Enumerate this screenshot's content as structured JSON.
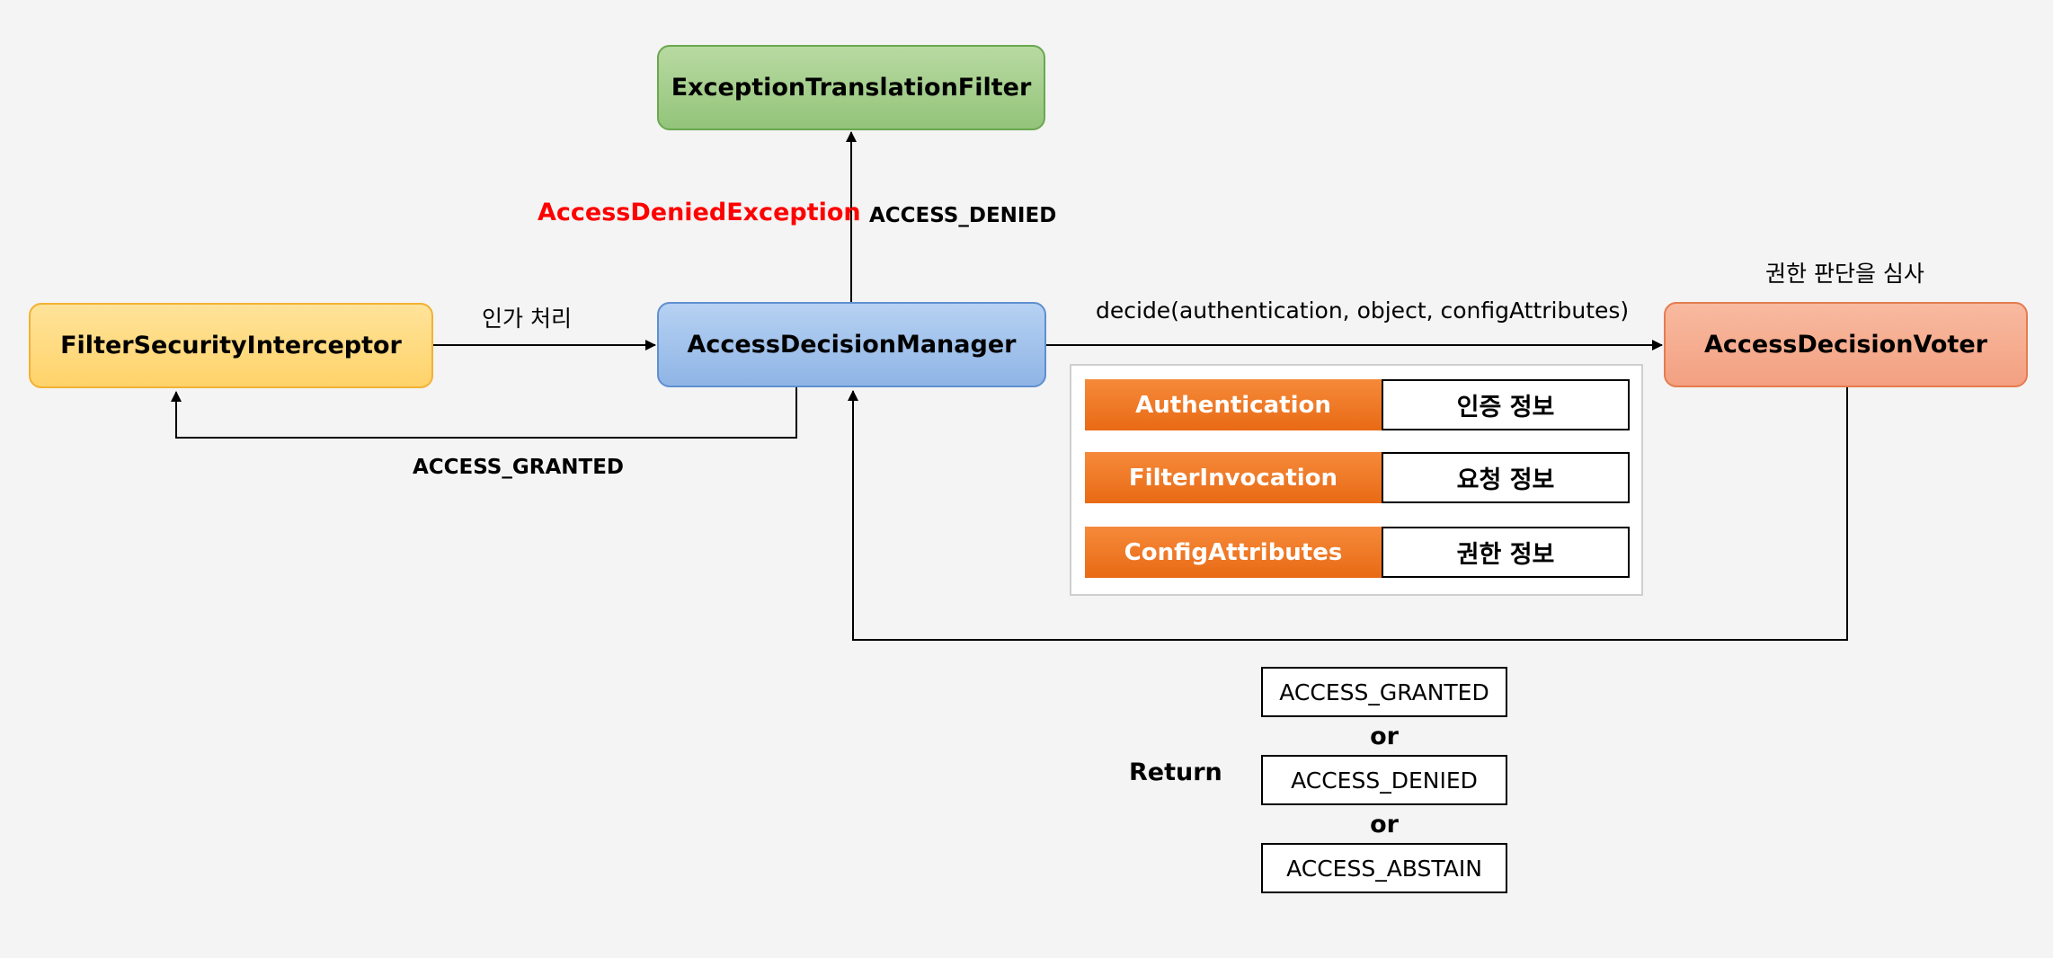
{
  "nodes": {
    "filter_security_interceptor": "FilterSecurityInterceptor",
    "access_decision_manager": "AccessDecisionManager",
    "exception_translation_filter": "ExceptionTranslationFilter",
    "access_decision_voter": "AccessDecisionVoter"
  },
  "edges": {
    "authorize": "인가 처리",
    "granted_back": "ACCESS_GRANTED",
    "denied_up": "ACCESS_DENIED",
    "exception": "AccessDeniedException",
    "decide_call": "decide(authentication, object, configAttributes)",
    "voter_note": "권한 판단을 심사"
  },
  "attributes": [
    {
      "key": "Authentication",
      "value": "인증 정보"
    },
    {
      "key": "FilterInvocation",
      "value": "요청 정보"
    },
    {
      "key": "ConfigAttributes",
      "value": "권한 정보"
    }
  ],
  "return": {
    "label": "Return",
    "options": [
      "ACCESS_GRANTED",
      "ACCESS_DENIED",
      "ACCESS_ABSTAIN"
    ],
    "separator": "or"
  },
  "colors": {
    "filter": "#ffd36a",
    "manager": "#8fb5e6",
    "exception": "#93c47a",
    "voter": "#f3a081",
    "attr_key": "#e96a15",
    "exception_text": "#ff0000"
  }
}
